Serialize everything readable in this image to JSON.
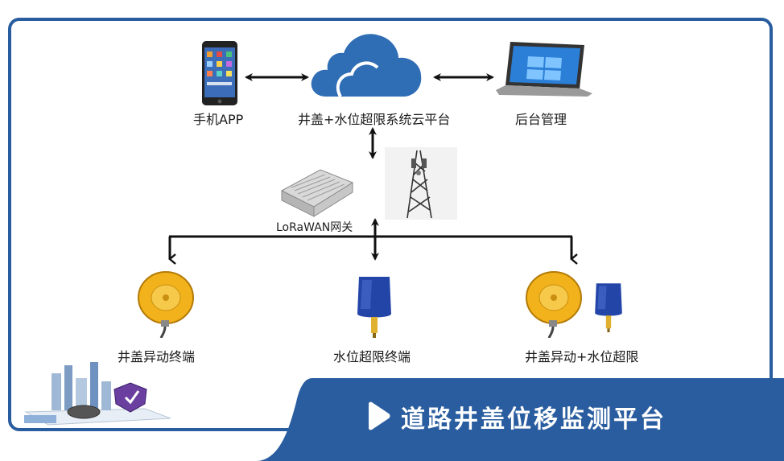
{
  "platform": {
    "cloud_label": "井盖+水位超限系统云平台",
    "phone_label": "手机APP",
    "backend_label": "后台管理",
    "gateway_label": "LoRaWAN网关"
  },
  "terminals": [
    {
      "label": "井盖异动终端"
    },
    {
      "label": "水位超限终端"
    },
    {
      "label": "井盖异动+水位超限"
    }
  ],
  "banner": {
    "title": "道路井盖位移监测平台"
  },
  "colors": {
    "frame": "#2a5d9f",
    "banner": "#2a5d9f",
    "cloud": "#2f6db5",
    "sensor_yellow": "#f2b21b",
    "float_blue": "#2445a8"
  }
}
